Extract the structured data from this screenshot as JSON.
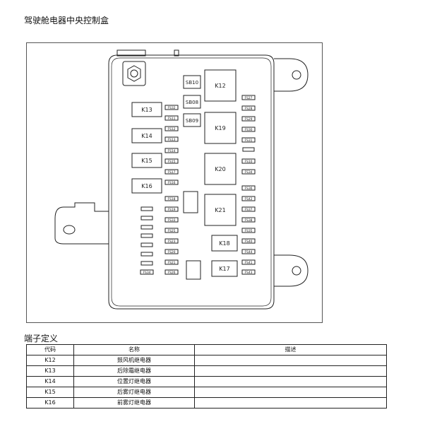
{
  "page_title": "驾驶舱电器中央控制盒",
  "section_title": "端子定义",
  "relays": {
    "k12": "K12",
    "k13": "K13",
    "k14": "K14",
    "k15": "K15",
    "k16": "K16",
    "k17": "K17",
    "k18": "K18",
    "k19": "K19",
    "k20": "K20",
    "k21": "K21",
    "sb10": "SB10",
    "sb08": "SB08",
    "sb09": "SB09"
  },
  "fuses": {
    "left_col": [
      "FS32",
      "FS11",
      "FS12",
      "FS13",
      "FS14",
      "FS15",
      "FS17",
      "FS16",
      "FS18",
      "FS19",
      "FS33",
      "FS25",
      "FS23",
      "FS20",
      "FS21",
      "FS26"
    ],
    "bottom_left": "FS34",
    "right_col": [
      "FS27",
      "FS28",
      "FS29",
      "FS30",
      "FS31",
      "FS10",
      "FS34",
      "FS36",
      "FS42",
      "FS37",
      "FS38",
      "FS35",
      "FS40",
      "FS44",
      "FS41",
      "FS43"
    ]
  },
  "table": {
    "headers": [
      "代码",
      "名称",
      "描述"
    ],
    "rows": [
      {
        "code": "K12",
        "name": "鼓风机继电器",
        "desc": ""
      },
      {
        "code": "K13",
        "name": "后除霜继电器",
        "desc": ""
      },
      {
        "code": "K14",
        "name": "位置灯继电器",
        "desc": ""
      },
      {
        "code": "K15",
        "name": "后雾灯继电器",
        "desc": ""
      },
      {
        "code": "K16",
        "name": "前雾灯继电器",
        "desc": ""
      }
    ]
  },
  "colors": {
    "line": "#222222",
    "background": "#ffffff"
  }
}
